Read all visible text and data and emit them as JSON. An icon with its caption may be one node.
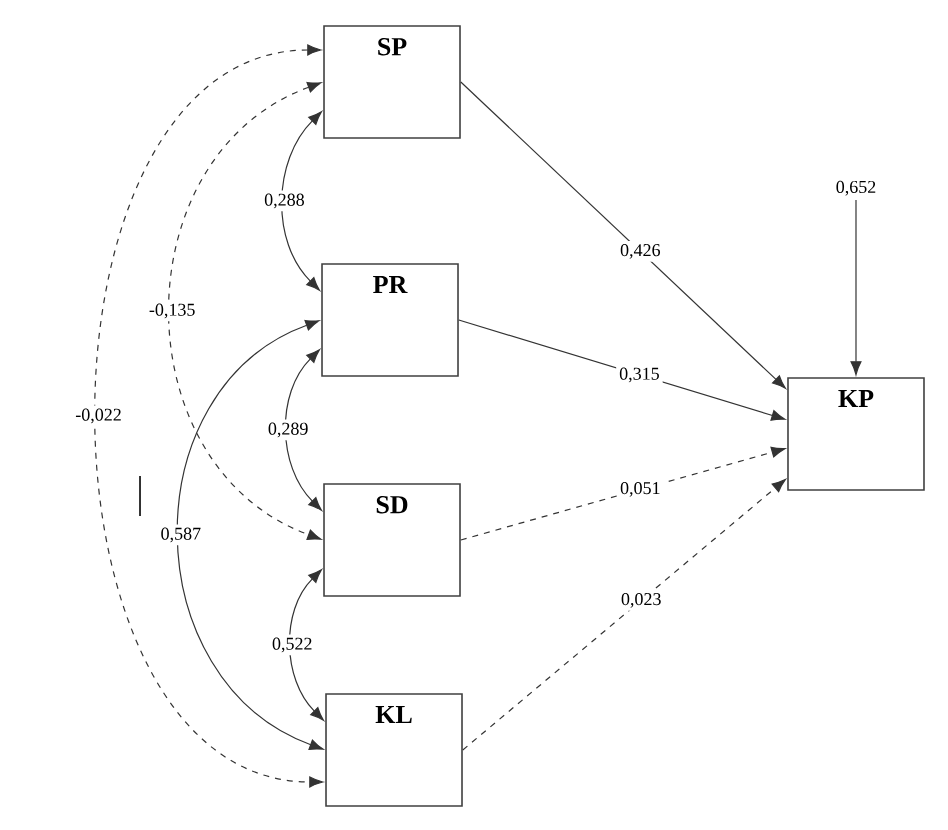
{
  "diagram": {
    "nodes": [
      {
        "text": [
          "SP"
        ]
      },
      {
        "text": [
          "PR"
        ]
      },
      {
        "text": [
          "SD"
        ]
      },
      {
        "text": [
          "KL"
        ]
      },
      {
        "text": [
          "KP"
        ]
      }
    ],
    "edges": [
      {
        "from": 0,
        "to": 4,
        "arrow": "to",
        "label": "0,426"
      },
      {
        "from": 1,
        "to": 4,
        "arrow": "to",
        "label": "0,315"
      },
      {
        "from": 2,
        "to": 4,
        "arrow": "to",
        "label": "0,051",
        "style": "dashed"
      },
      {
        "from": 3,
        "to": 4,
        "arrow": "to",
        "label": "0,023",
        "style": "dashed"
      },
      {
        "from": null,
        "to": 4,
        "arrow": "to",
        "label": "0,652"
      },
      {
        "from": 0,
        "to": 1,
        "arrow": "both",
        "label": "0,288"
      },
      {
        "from": 1,
        "to": 2,
        "arrow": "both",
        "label": "0,289"
      },
      {
        "from": 2,
        "to": 3,
        "arrow": "both",
        "label": "0,522"
      },
      {
        "from": 0,
        "to": 2,
        "arrow": "both",
        "label": "-0,135",
        "style": "dashed"
      },
      {
        "from": 1,
        "to": 3,
        "arrow": "both",
        "label": "0,587"
      },
      {
        "from": 0,
        "to": 3,
        "arrow": "both",
        "label": "-0,022",
        "style": "dashed"
      }
    ]
  }
}
